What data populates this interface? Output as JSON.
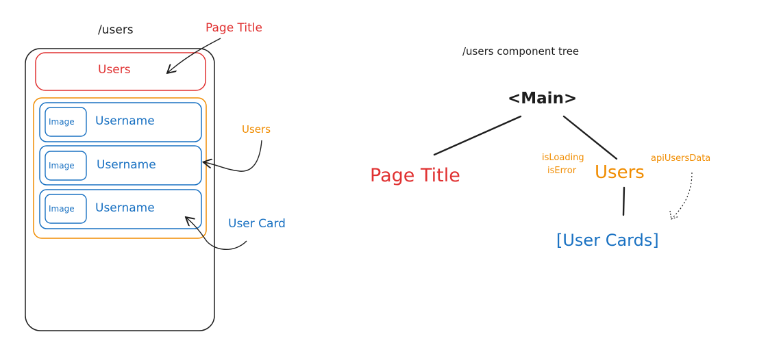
{
  "mockup": {
    "route_label": "/users",
    "header_text": "Users",
    "cards": [
      {
        "image_label": "Image",
        "username": "Username"
      },
      {
        "image_label": "Image",
        "username": "Username"
      },
      {
        "image_label": "Image",
        "username": "Username"
      }
    ]
  },
  "annotations": {
    "page_title": "Page Title",
    "users": "Users",
    "user_card": "User Card"
  },
  "tree": {
    "title": "/users component tree",
    "root": "<Main>",
    "page_title": "Page Title",
    "users": "Users",
    "users_props": [
      "isLoading",
      "isError"
    ],
    "api_data": "apiUsersData",
    "user_cards": "[User Cards]"
  },
  "colors": {
    "stroke": "#1e1e1e",
    "red": "#e03131",
    "orange": "#f08c00",
    "blue": "#1971c2"
  }
}
